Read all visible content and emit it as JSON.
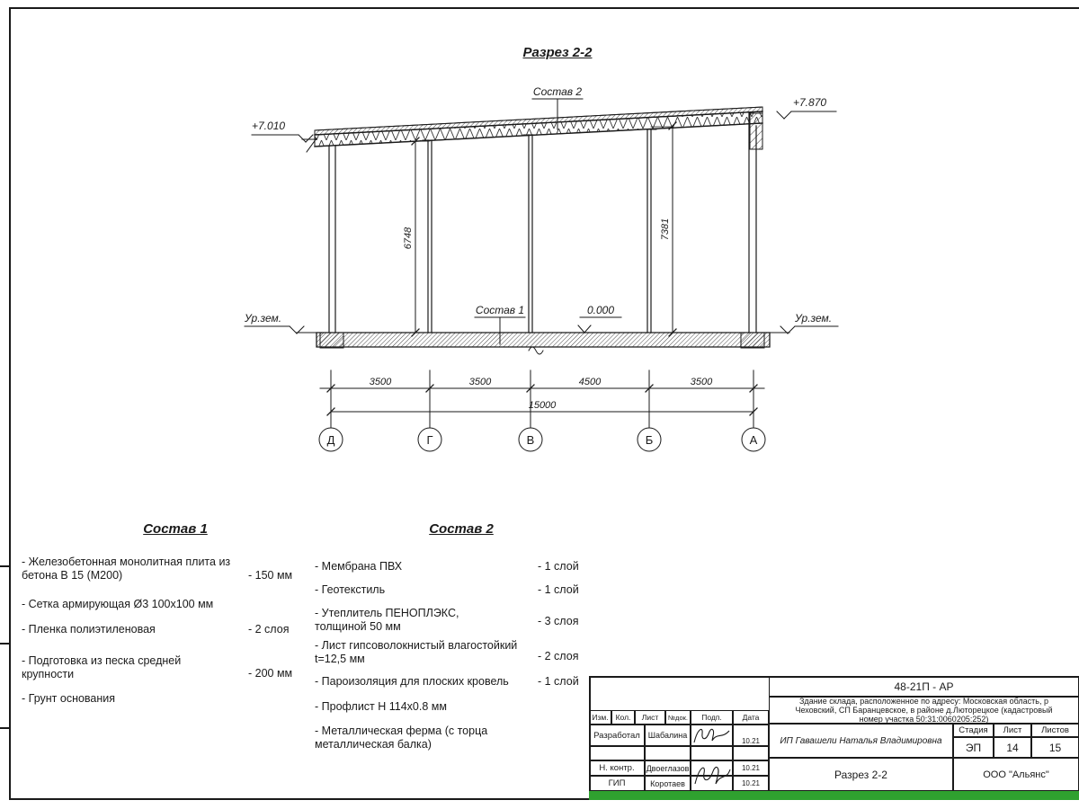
{
  "colors": {
    "line": "#1a1a1a",
    "green_bar": "#2fa12f"
  },
  "drawing": {
    "title": "Разрез 2-2",
    "elev_left": "+7.010",
    "elev_right": "+7.870",
    "ground_left": "Ур.зем.",
    "ground_right": "Ур.зем.",
    "roof_label": "Состав 2",
    "floor_label": "Состав 1",
    "zero_level": "0.000",
    "height_left": "6748",
    "height_right": "7381",
    "span_dims": [
      "3500",
      "3500",
      "4500",
      "3500"
    ],
    "total_dim": "15000",
    "axes": [
      "Д",
      "Г",
      "В",
      "Б",
      "А"
    ]
  },
  "sostav1": {
    "heading": "Состав 1",
    "items": [
      {
        "text": "- Железобетонная  монолитная плита из бетона В 15 (М200)",
        "value": "- 150 мм"
      },
      {
        "text": "- Сетка армирующая Ø3 100x100 мм",
        "value": ""
      },
      {
        "text": "- Пленка полиэтиленовая",
        "value": "- 2 слоя"
      },
      {
        "text": "- Подготовка из песка средней крупности",
        "value": "- 200 мм"
      },
      {
        "text": "- Грунт основания",
        "value": ""
      }
    ]
  },
  "sostav2": {
    "heading": "Состав 2",
    "items": [
      {
        "text": "- Мембрана ПВХ",
        "value": "- 1 слой"
      },
      {
        "text": "- Геотекстиль",
        "value": "- 1 слой"
      },
      {
        "text": "- Утеплитель ПЕНОПЛЭКС, толщиной 50 мм",
        "value": "- 3 слоя"
      },
      {
        "text": "- Лист гипсоволокнистый влагостойкий t=12,5 мм",
        "value": "- 2 слоя"
      },
      {
        "text": "- Пароизоляция для плоских кровель",
        "value": "- 1 слой"
      },
      {
        "text": "- Профлист Н 114х0.8 мм",
        "value": ""
      },
      {
        "text": "- Металлическая ферма (с торца металлическая балка)",
        "value": ""
      }
    ]
  },
  "titleblock": {
    "code": "48-21П - АР",
    "desc_line1": "Здание склада, расположенное по адресу: Московская область, р",
    "desc_line2": "Чеховский, СП Баранцевское, в районе д.Люторецкое  (кадастровый",
    "desc_line3": "номер участка 50:31:0060205:252)",
    "header": [
      "Изм.",
      "Кол.",
      "Лист",
      "№док.",
      "Подп.",
      "Дата"
    ],
    "rows": [
      {
        "role": "Разработал",
        "name": "Шабалина",
        "date": "10.21"
      },
      {
        "role": "Н. контр.",
        "name": "Двоеглазов",
        "date": "10.21"
      },
      {
        "role": "ГИП",
        "name": "Коротаев",
        "date": "10.21"
      }
    ],
    "owner": "ИП Гавашели Наталья Владимировна",
    "stage_labels": [
      "Стадия",
      "Лист",
      "Листов"
    ],
    "stage_values": [
      "ЭП",
      "14",
      "15"
    ],
    "doc_title": "Разрез 2-2",
    "company": "ООО \"Альянс\""
  }
}
